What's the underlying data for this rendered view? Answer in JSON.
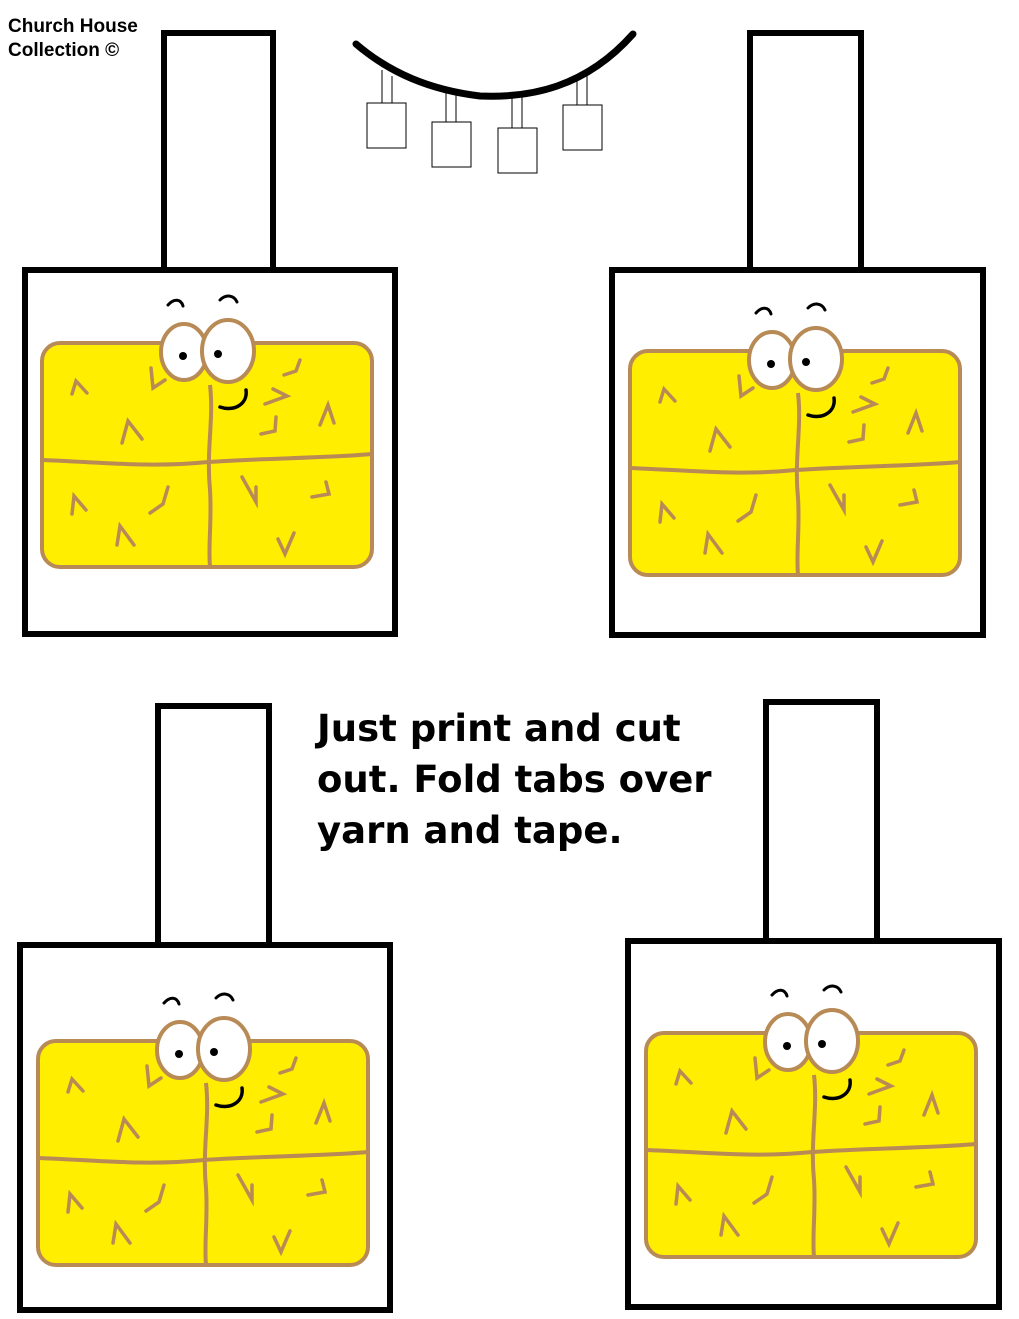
{
  "credit": {
    "line1": "Church House",
    "line2": "Collection ©"
  },
  "instructions": {
    "line1": "Just print and cut",
    "line2": "out. Fold tabs over",
    "line3": "yarn and tape."
  },
  "colors": {
    "hay_fill": "#ffee00",
    "hay_outline": "#b88a55",
    "outline": "#000000",
    "background": "#ffffff"
  },
  "cards": [
    {
      "name": "hay-bale-card-top-left"
    },
    {
      "name": "hay-bale-card-top-right"
    },
    {
      "name": "hay-bale-card-bottom-left"
    },
    {
      "name": "hay-bale-card-bottom-right"
    }
  ]
}
